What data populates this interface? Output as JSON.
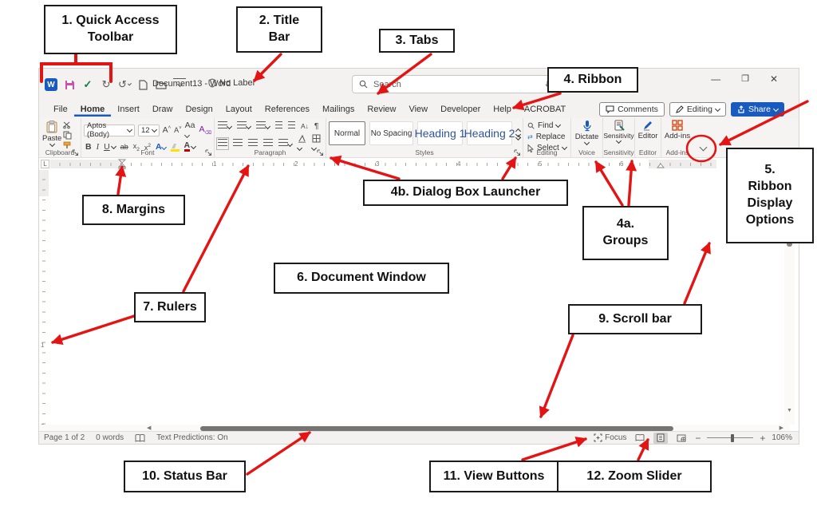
{
  "window": {
    "titlebar": {
      "title": "Document13 - Word",
      "sensitivity_badge": "No Label",
      "search_placeholder": "Search"
    },
    "tabs": {
      "items": [
        "File",
        "Home",
        "Insert",
        "Draw",
        "Design",
        "Layout",
        "References",
        "Mailings",
        "Review",
        "View",
        "Developer",
        "Help",
        "ACROBAT"
      ],
      "active": "Home"
    },
    "actions": {
      "comments": "Comments",
      "editing": "Editing",
      "share": "Share"
    },
    "ribbon": {
      "clipboard": {
        "label": "Clipboard",
        "paste": "Paste"
      },
      "font": {
        "label": "Font",
        "font_name": "Aptos (Body)",
        "font_size": "12",
        "grow": "A",
        "shrink": "A",
        "case": "Aa",
        "clear": "A",
        "bold": "B",
        "italic": "I",
        "underline": "U",
        "strike": "ab",
        "sub": "x",
        "sup": "x",
        "effects": "A",
        "color": "A"
      },
      "paragraph": {
        "label": "Paragraph",
        "sort": "A",
        "pilcrow": "¶"
      },
      "styles": {
        "label": "Styles",
        "items": [
          "Normal",
          "No Spacing",
          "Heading 1",
          "Heading 2"
        ]
      },
      "editing": {
        "label": "Editing",
        "find": "Find",
        "replace": "Replace",
        "select": "Select"
      },
      "voice": {
        "label": "Voice",
        "dictate": "Dictate"
      },
      "sensitivity": {
        "label": "Sensitivity",
        "button": "Sensitivity"
      },
      "editor": {
        "label": "Editor",
        "button": "Editor"
      },
      "addins": {
        "label": "Add-ins",
        "button": "Add-ins"
      }
    },
    "ruler": {
      "horizontal_numbers": [
        "1",
        "2",
        "3",
        "4",
        "5",
        "6"
      ],
      "vertical_numbers": [
        "1",
        "2"
      ]
    },
    "statusbar": {
      "page": "Page 1 of 2",
      "words": "0 words",
      "text_predictions": "Text Predictions: On",
      "focus": "Focus",
      "zoom_level": "106%"
    }
  },
  "annotations": {
    "labels": [
      {
        "id": "1",
        "text": "1. Quick Access\nToolbar"
      },
      {
        "id": "2",
        "text": "2. Title\nBar"
      },
      {
        "id": "3",
        "text": "3. Tabs"
      },
      {
        "id": "4",
        "text": "4. Ribbon"
      },
      {
        "id": "4a",
        "text": "4a.\nGroups"
      },
      {
        "id": "4b",
        "text": "4b. Dialog Box Launcher"
      },
      {
        "id": "5",
        "text": "5.\nRibbon\nDisplay\nOptions"
      },
      {
        "id": "6",
        "text": "6. Document Window"
      },
      {
        "id": "7",
        "text": "7. Rulers"
      },
      {
        "id": "8",
        "text": "8. Margins"
      },
      {
        "id": "9",
        "text": "9. Scroll bar"
      },
      {
        "id": "10",
        "text": "10. Status Bar"
      },
      {
        "id": "11",
        "text": "11. View Buttons"
      },
      {
        "id": "12",
        "text": "12. Zoom Slider"
      }
    ]
  },
  "colors": {
    "annotation_red": "#e51414",
    "accent_blue": "#185abd",
    "heading_blue": "#2f5496",
    "addins_orange": "#d83b01"
  }
}
